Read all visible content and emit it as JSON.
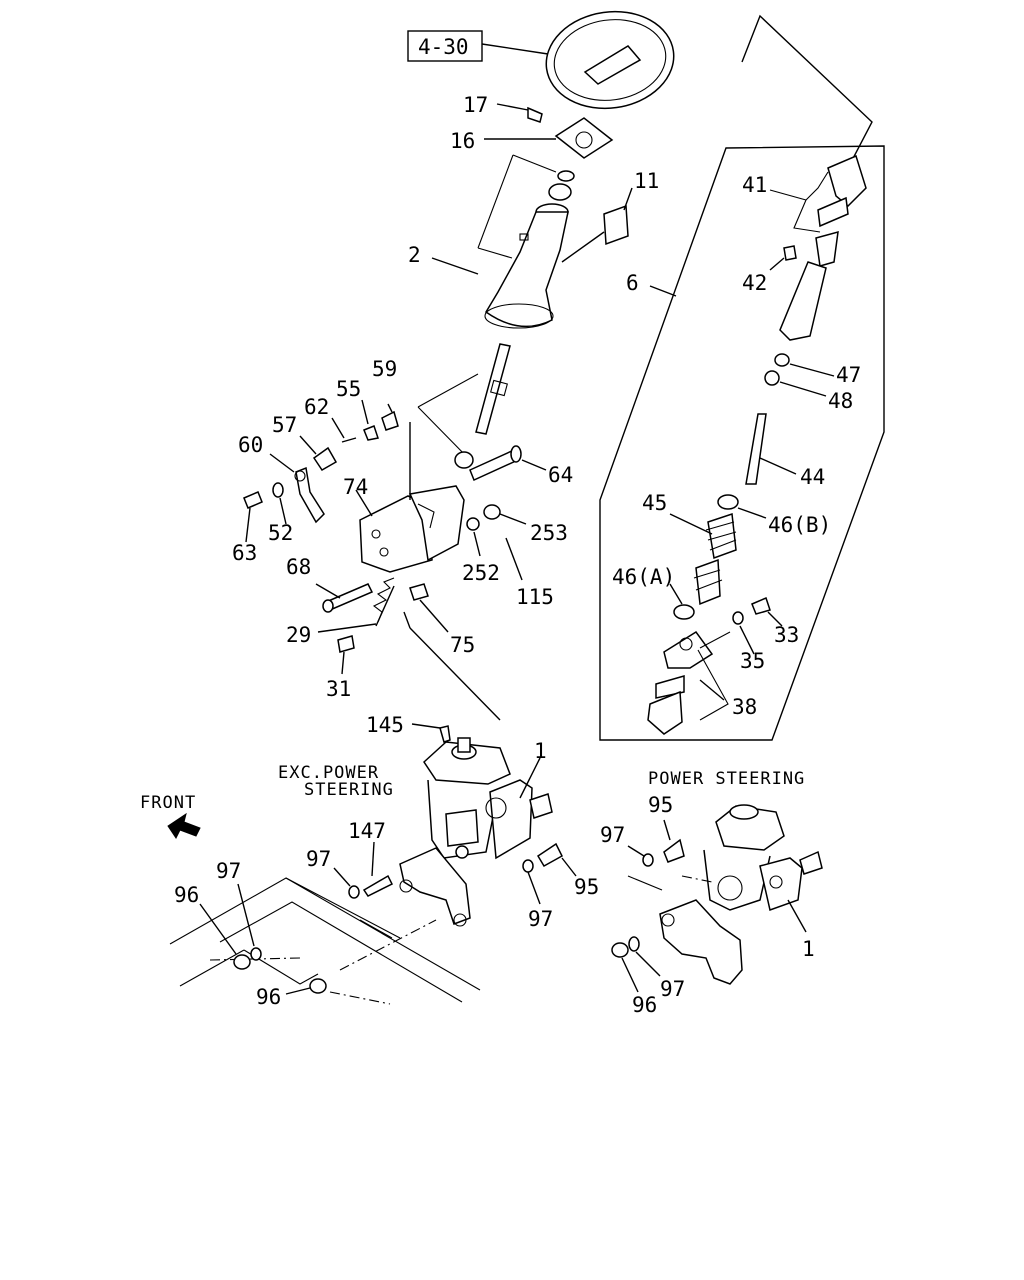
{
  "page": {
    "ref_box": "4-30",
    "captions": {
      "exc_power_steering_1": "EXC.POWER",
      "exc_power_steering_2": "STEERING",
      "power_steering": "POWER STEERING",
      "front": "FRONT"
    },
    "callouts": {
      "c17": "17",
      "c16": "16",
      "c11": "11",
      "c2": "2",
      "c6": "6",
      "c41": "41",
      "c42": "42",
      "c47": "47",
      "c48": "48",
      "c44": "44",
      "c45": "45",
      "c46b": "46(B)",
      "c46a": "46(A)",
      "c33": "33",
      "c35": "35",
      "c38": "38",
      "c59": "59",
      "c55": "55",
      "c62": "62",
      "c57": "57",
      "c60": "60",
      "c74": "74",
      "c64": "64",
      "c253": "253",
      "c252": "252",
      "c115": "115",
      "c52": "52",
      "c63": "63",
      "c68": "68",
      "c29": "29",
      "c75": "75",
      "c31": "31",
      "c145": "145",
      "c1a": "1",
      "c147": "147",
      "c97a": "97",
      "c97b": "97",
      "c96a": "96",
      "c96b": "96",
      "c95a": "95",
      "c97c": "97",
      "c95b": "95",
      "c97d": "97",
      "c1b": "1",
      "c97e": "97",
      "c96c": "96"
    }
  }
}
